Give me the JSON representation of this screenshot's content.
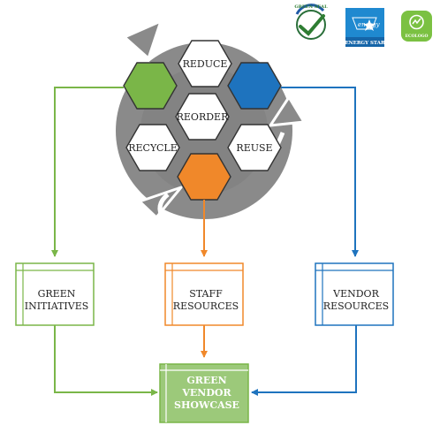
{
  "logos": {
    "green_seal": "GREEN SEAL",
    "energy_star_script": "energy",
    "energy_star": "ENERGY STAR",
    "ecologo": "ECOLOGO"
  },
  "hexagons": {
    "reduce": "REDUCE",
    "reorder": "REORDER",
    "recycle": "RECYCLE",
    "reuse": "REUSE"
  },
  "boxes": {
    "green_initiatives": [
      "GREEN",
      "INITIATIVES"
    ],
    "staff_resources": [
      "STAFF",
      "RESOURCES"
    ],
    "vendor_resources": [
      "VENDOR",
      "RESOURCES"
    ],
    "showcase": [
      "GREEN",
      "VENDOR",
      "SHOWCASE"
    ]
  },
  "colors": {
    "green": "#7ab648",
    "blue": "#1e73be",
    "orange": "#f0882a",
    "gray_ring": "#8a8a8a",
    "showcase_fill": "#9cc97a"
  }
}
